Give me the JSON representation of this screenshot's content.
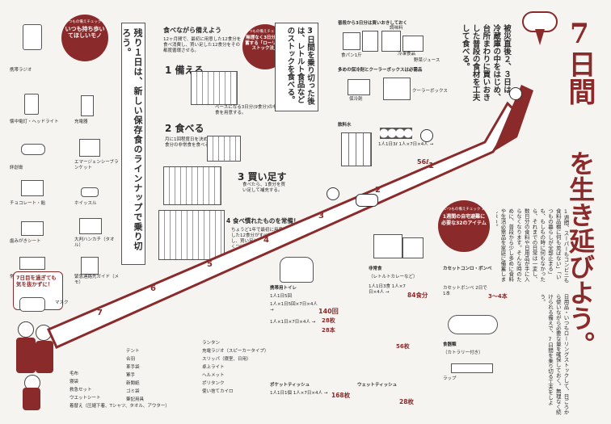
{
  "sidebar": {
    "sticker_top": "いつもの備えチェック 3",
    "sticker_main": "いつも持ち歩いてほしいモノ",
    "items_left": [
      "携帯ラジオ",
      "懐中電灯・ヘッドライト",
      "絆創膏",
      "チョコレート・飴",
      "歯みがきシート",
      "常備薬"
    ],
    "items_right": [
      "充電器",
      "エマージェンシーブランケット",
      "ホイッスル",
      "大判ハンカチ（タオル）",
      "緊急連絡先ガイド（メモ）"
    ],
    "bottom_note": "7日目を過ぎても気を抜かずに！",
    "mask": "マスク"
  },
  "phrase_vertical": "残り１日は、新しい保存食のラインナップで乗り切ろう。",
  "rolling": {
    "intro": "食べながら備えよう",
    "intro_body": "12ヶ月間で、最初に用意した12食分を食べ消費し、買い足した12食分をその都度循環させる。",
    "sticker": "いつもの備えチェック 2",
    "sticker_main": "無理なく3日分を備蓄する「ローリングストック法」",
    "step1_title": "1 備える",
    "step1_body": "ベースになる3日分(9食分)の非常食を用意する。",
    "step2_title": "2 食べる",
    "step2_body": "月に1回程度日を決めて、1食分の非常食を食べる。",
    "step3_title": "3 買い足す",
    "step3_body": "食べたら、1食分を買い足して補充する。",
    "step4_title": "4 食べ慣れたものを常備！",
    "step4_body": "ちょうど1年で最初に用意した12食分がすべて消費し、買い足した12食分がとくつけ、入れ替わります。"
  },
  "phrase2": "3日間を乗り切った後は、レトルト食品などのストックを食べる。",
  "phrase3": "被災直後２、３日は、冷蔵庫の中をはじめ、台所まわりに買いおきした普段の食材を工夫して食べる。",
  "fridge": {
    "title": "普段から3日分は買いおきしておく",
    "items": [
      "食パン1斤",
      "調味料",
      "冷凍食品",
      "野菜ジュース"
    ],
    "caption": "多めの保冷剤とクーラーボックスは必需品",
    "cool": "クーラーボックス",
    "ice": "保冷剤"
  },
  "water": {
    "title": "飲料水",
    "note": "1人1日3ℓ 1人×7日×4人 →",
    "count": "56ℓ"
  },
  "title": {
    "top": "7日間",
    "rest": "を生き延びよう。"
  },
  "track_numbers": [
    "1",
    "2",
    "3",
    "4",
    "5",
    "6",
    "7"
  ],
  "sticker1": {
    "head": "いつもの備えチェック 1",
    "main": "1週間の自宅避難に必要な32のアイテム"
  },
  "right_text": "1週間、スーパーもコンビニも食料品棚に何も並ばない」「いつもの暮らしが全部止まる」も、もしもの時に何もなかったら、それまでの日常は一変し、数日分の食料や日用品が手に入らなくなります。そんな時のために、普段から少し多めに食料や生活必需品を家庭に備蓄しましょう。",
  "right_text2": "日用品・いつもローリングストックして、日ごろから使いながら必要な量を確保しておく。無理なく続けられる備えで、7日間を乗り切る工夫をしよう。",
  "toilet": {
    "title": "携帯用トイレ",
    "sub": "1人1日5回",
    "note": "1人×1日5回×7日×4人 →",
    "count": "140回",
    "row2": "1人×1日×7日×4人 →",
    "count2": "28枚",
    "count3": "28本"
  },
  "food": {
    "title": "非常食",
    "sub": "（レトルトカレーなど）",
    "note": "1人1日3食 1人×7日×4人 →",
    "count": "84食分"
  },
  "gas": {
    "title": "カセットコンロ・ボンベ",
    "note": "カセットボンベ 2日で1本",
    "count": "3〜4本"
  },
  "supplies": {
    "title": "食器類",
    "sub": "（カトラリー付き）",
    "wrap": "ラップ",
    "count": "56枚"
  },
  "bottom_left": {
    "items": [
      "毛布",
      "寝袋",
      "救急セット",
      "ウエットシート",
      "着替え（圧縮下着、Tシャツ、タオル、アウター）"
    ],
    "col2": [
      "テント",
      "合羽",
      "革手袋",
      "軍手",
      "新聞紙",
      "ゴミ袋",
      "筆記用具"
    ],
    "col3": [
      "ランタン",
      "充電ラジオ（スピーカータイプ）",
      "スリッパ（寝室、日用）",
      "卓上ライト",
      "ヘルメット",
      "ポリタンク",
      "使い捨てカイロ"
    ]
  },
  "bottom_mid": {
    "tissue": "ポケットティッシュ",
    "tissue_note": "1人1日1個 1人×7日×4人 →",
    "tissue_count": "168枚",
    "wet": "ウェットティッシュ",
    "wet_count": "28枚"
  },
  "colors": {
    "accent": "#8a2a2a",
    "bg": "#f6f4f1",
    "ink": "#2a2a2a"
  }
}
